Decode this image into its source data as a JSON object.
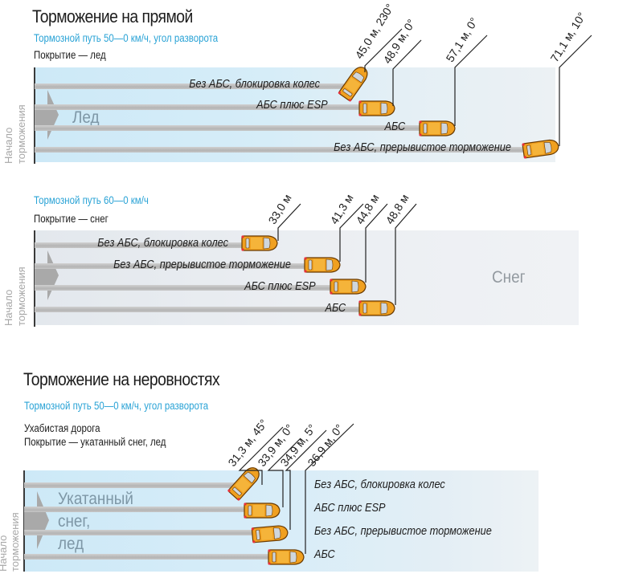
{
  "sections": [
    {
      "id": "straight",
      "title": "Торможение на прямой",
      "subtitle": "Тормозной путь 50—0 км/ч, угол разворота",
      "notes": [
        "Покрытие — лед"
      ],
      "surface_label": "Лед",
      "start_label_line1": "Начало",
      "start_label_line2": "торможения",
      "lanes": [
        {
          "label": "Без АБС, блокировка колес",
          "distance_m": "45,0",
          "angle_deg": "230",
          "value_text": "45,0 м, 230°"
        },
        {
          "label": "АБС плюс ESP",
          "distance_m": "48,9",
          "angle_deg": "0",
          "value_text": "48,9 м, 0°"
        },
        {
          "label": "АБС",
          "distance_m": "57,1",
          "angle_deg": "0",
          "value_text": "57,1 м, 0°"
        },
        {
          "label": "Без АБС, прерывистое торможение",
          "distance_m": "71,1",
          "angle_deg": "10",
          "value_text": "71,1 м, 10°"
        }
      ]
    },
    {
      "id": "snow",
      "title": "",
      "subtitle": "Тормозной путь 60—0 км/ч",
      "notes": [
        "Покрытие — снег"
      ],
      "surface_label": "Снег",
      "start_label_line1": "Начало",
      "start_label_line2": "торможения",
      "lanes": [
        {
          "label": "Без АБС, блокировка колес",
          "distance_m": "33,0",
          "value_text": "33,0 м"
        },
        {
          "label": "Без АБС, прерывистое торможение",
          "distance_m": "41,3",
          "value_text": "41,3 м"
        },
        {
          "label": "АБС плюс ESP",
          "distance_m": "44,8",
          "value_text": "44,8 м"
        },
        {
          "label": "АБС",
          "distance_m": "48,8",
          "value_text": "48,8 м"
        }
      ]
    },
    {
      "id": "bumps",
      "title": "Торможение на неровностях",
      "subtitle": "Тормозной путь 50—0 км/ч, угол разворота",
      "notes": [
        "Ухабистая дорога",
        "Покрытие — укатанный снег, лед"
      ],
      "surface_label_lines": [
        "Укатанный",
        "снег,",
        "лед"
      ],
      "start_label_line1": "Начало",
      "start_label_line2": "торможения",
      "lanes": [
        {
          "label": "Без АБС, блокировка колес",
          "distance_m": "31,3",
          "angle_deg": "45",
          "value_text": "31,3 м, 45°"
        },
        {
          "label": "АБС плюс ESP",
          "distance_m": "33,9",
          "angle_deg": "0",
          "value_text": "33,9 м, 0°"
        },
        {
          "label": "Без АБС, прерывистое торможение",
          "distance_m": "34,9",
          "angle_deg": "5",
          "value_text": "34,9 м, 5°"
        },
        {
          "label": "АБС",
          "distance_m": "36,9",
          "angle_deg": "0",
          "value_text": "36,9 м, 0°"
        }
      ]
    }
  ],
  "colors": {
    "subtitle": "#2aa3d6",
    "car_body": "#f0a020",
    "brake_light": "#e8303a",
    "track": "#b8b8b8"
  }
}
